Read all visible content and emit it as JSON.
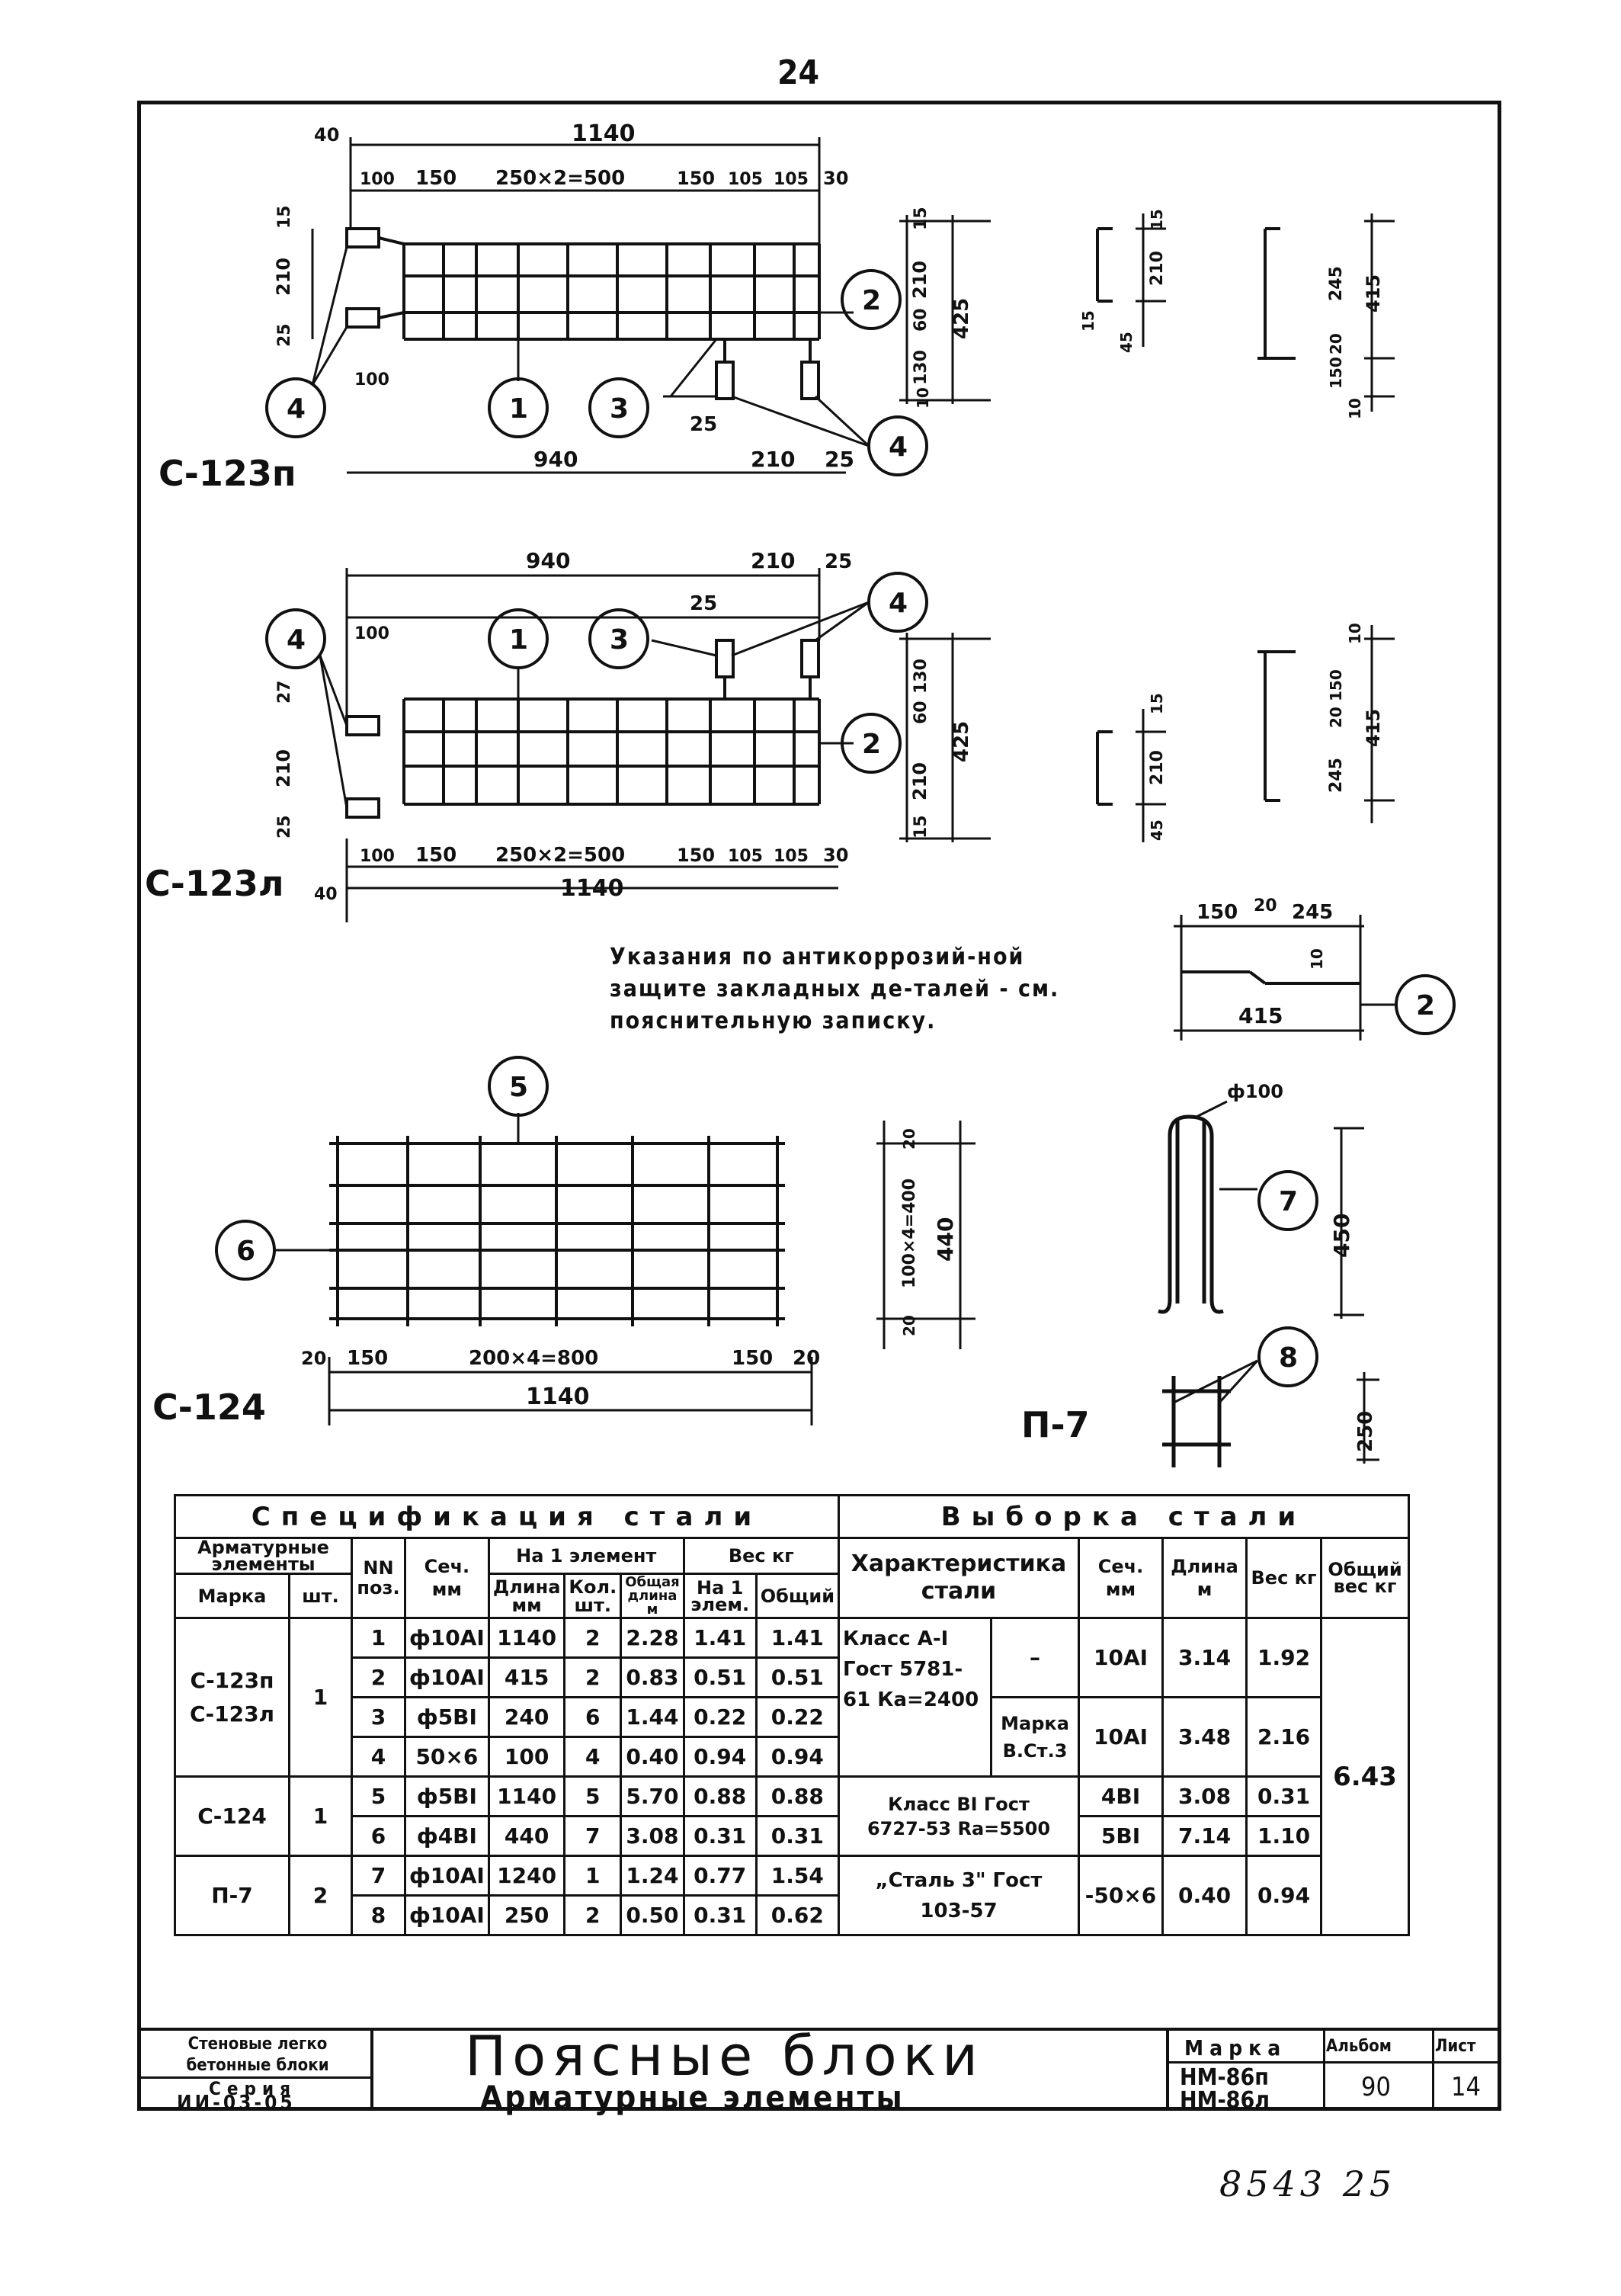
{
  "page_number": "24",
  "handwritten_footer": "8543 25",
  "drawings": {
    "c123p": {
      "label": "С-123п",
      "dims_top": [
        "40",
        "1140",
        "100",
        "150",
        "250×2=500",
        "150",
        "105",
        "105",
        "30"
      ],
      "dims_bottom": [
        "100",
        "940",
        "25",
        "210",
        "25"
      ],
      "dims_left": [
        "15",
        "210",
        "25"
      ],
      "dims_right": [
        "15",
        "210",
        "130",
        "60",
        "425",
        "10"
      ],
      "callouts": [
        "1",
        "2",
        "3",
        "4",
        "4"
      ]
    },
    "c123l": {
      "label": "С-123л",
      "dims_top": [
        "940",
        "210",
        "25",
        "25",
        "100"
      ],
      "dims_bottom": [
        "40",
        "1140",
        "100",
        "150",
        "250×2=500",
        "150",
        "105",
        "105",
        "30"
      ],
      "dims_left": [
        "27",
        "210",
        "25"
      ],
      "dims_right": [
        "130",
        "60",
        "210",
        "15",
        "425"
      ],
      "callouts": [
        "1",
        "2",
        "3",
        "4",
        "4"
      ]
    },
    "sections_upper": [
      "15",
      "210",
      "45",
      "15",
      "245",
      "415",
      "20",
      "150",
      "10"
    ],
    "sections_lower": [
      "15",
      "210",
      "45",
      "10",
      "150",
      "20",
      "245",
      "415"
    ],
    "detail2": {
      "dims": [
        "150",
        "20",
        "245",
        "10",
        "415"
      ],
      "callout": "2"
    },
    "note": "Указания по антикоррозий-ной защите закладных де-талей - см. пояснительную записку.",
    "c124": {
      "label": "С-124",
      "dims_bottom": [
        "20",
        "150",
        "200×4=800",
        "150",
        "20",
        "1140"
      ],
      "dims_right": [
        "20",
        "100×4=400",
        "20",
        "440"
      ],
      "callouts": [
        "5",
        "6"
      ]
    },
    "p7": {
      "label": "П-7",
      "dims": [
        "ф100",
        "450",
        "250"
      ],
      "callouts": [
        "7",
        "8"
      ]
    }
  },
  "spec": {
    "title_left": "Спецификация стали",
    "title_right": "Выборка стали",
    "headers": {
      "elements": "Арматурные элементы",
      "mark": "Марка",
      "qty": "шт.",
      "pos": "NN поз.",
      "section": "Сеч. мм",
      "per_element": "На 1 элемент",
      "weight": "Вес кг",
      "length": "Длина мм",
      "count": "Кол. шт.",
      "total_length": "Общая длина м",
      "per_elem_weight": "На 1 элем.",
      "total_weight": "Общий",
      "characteristic": "Характеристика стали",
      "sel_section": "Сеч. мм",
      "sel_length": "Длина м",
      "sel_weight": "Вес кг",
      "sel_total": "Общий вес кг"
    },
    "rows": [
      {
        "pos": "1",
        "section": "ф10АI",
        "length": "1140",
        "count": "2",
        "total_length": "2.28",
        "weight_elem": "1.41",
        "weight_total": "1.41"
      },
      {
        "pos": "2",
        "section": "ф10АI",
        "length": "415",
        "count": "2",
        "total_length": "0.83",
        "weight_elem": "0.51",
        "weight_total": "0.51"
      },
      {
        "pos": "3",
        "section": "ф5ВI",
        "length": "240",
        "count": "6",
        "total_length": "1.44",
        "weight_elem": "0.22",
        "weight_total": "0.22"
      },
      {
        "pos": "4",
        "section": "50×6",
        "length": "100",
        "count": "4",
        "total_length": "0.40",
        "weight_elem": "0.94",
        "weight_total": "0.94"
      },
      {
        "pos": "5",
        "section": "ф5ВI",
        "length": "1140",
        "count": "5",
        "total_length": "5.70",
        "weight_elem": "0.88",
        "weight_total": "0.88"
      },
      {
        "pos": "6",
        "section": "ф4ВI",
        "length": "440",
        "count": "7",
        "total_length": "3.08",
        "weight_elem": "0.31",
        "weight_total": "0.31"
      },
      {
        "pos": "7",
        "section": "ф10АI",
        "length": "1240",
        "count": "1",
        "total_length": "1.24",
        "weight_elem": "0.77",
        "weight_total": "1.54"
      },
      {
        "pos": "8",
        "section": "ф10АI",
        "length": "250",
        "count": "2",
        "total_length": "0.50",
        "weight_elem": "0.31",
        "weight_total": "0.62"
      }
    ],
    "marks": {
      "g1": "С-123п С-123л",
      "g1_qty": "1",
      "g2": "С-124",
      "g2_qty": "1",
      "g3": "П-7",
      "g3_qty": "2"
    },
    "selection": {
      "c1a": "Класс А-I Гост 5781-61 Ка=2400",
      "c1b": "–",
      "c1c": "Марка В.Ст.3",
      "s1": "10АI",
      "l1": "3.14",
      "w1": "1.92",
      "s2": "10АI",
      "l2": "3.48",
      "w2": "2.16",
      "c2": "Класс ВI Гост 6727-53 Ra=5500",
      "s3": "4ВI",
      "l3": "3.08",
      "w3": "0.31",
      "s4": "5ВI",
      "l4": "7.14",
      "w4": "1.10",
      "c3": "„Сталь 3\" Гост 103-57",
      "s5": "-50×6",
      "l5": "0.40",
      "w5": "0.94",
      "total": "6.43"
    }
  },
  "title_block": {
    "category": "Стеновые легко бетонные блоки",
    "series_label": "Серия",
    "series": "ИИ-03-05",
    "title": "Поясные блоки",
    "subtitle": "Арматурные элементы",
    "mark_label": "Марка",
    "mark_1": "НМ-86п",
    "mark_2": "НМ-86л",
    "album_label": "Альбом",
    "album": "90",
    "sheet_label": "Лист",
    "sheet": "14"
  }
}
